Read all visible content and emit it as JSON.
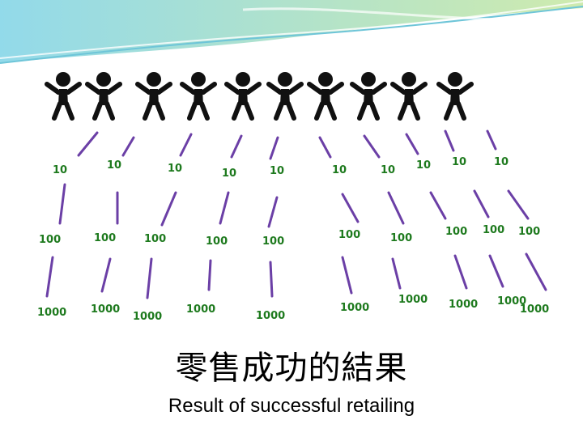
{
  "slide": {
    "title_zh": "零售成功的結果",
    "title_en": "Result of successful retailing"
  },
  "figure": {
    "people_count": 10,
    "people_icon": "person-icon",
    "level_1_label": "10",
    "level_2_label": "100",
    "level_3_label": "1000"
  },
  "colors": {
    "header_wave_cyan": "#7fd3e6",
    "header_wave_green": "#b9e39a",
    "figure_line": "#6b3fa6",
    "people": "#111111",
    "labels": "#1e7a1e"
  }
}
